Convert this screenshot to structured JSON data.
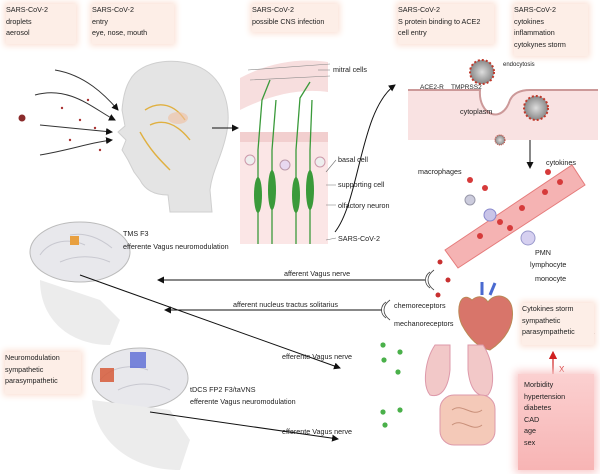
{
  "top_boxes": [
    {
      "lines": [
        "SARS-CoV-2",
        "droplets",
        "aerosol"
      ]
    },
    {
      "lines": [
        "SARS-CoV-2",
        "entry",
        "eye, nose, mouth"
      ]
    },
    {
      "lines": [
        "SARS-CoV-2",
        "possible CNS infection"
      ]
    },
    {
      "lines": [
        "SARS-CoV-2",
        "S protein binding to ACE2",
        "cell entry"
      ]
    },
    {
      "lines": [
        "SARS-CoV-2",
        "cytokines",
        "inflammation",
        "cytokynes storm"
      ]
    }
  ],
  "olfactory_labels": {
    "mitral": "mitral cells",
    "basal": "basal cell",
    "supporting": "supporting cell",
    "olfactory": "olfactory neuron",
    "virus": "SARS-CoV-2"
  },
  "cell_labels": {
    "endocytosis": "endocytosis",
    "ace2": "ACE2-R",
    "tmprss2": "TMPRSS2",
    "cytoplasm": "cytoplasm",
    "macrophages": "macrophages",
    "cytokines": "cytokines",
    "pmn": "PMN",
    "lymphocyte": "lymphocyte",
    "monocyte": "monocyte"
  },
  "tms": {
    "lines": [
      "TMS F3",
      "efferente Vagus neuromodulation"
    ]
  },
  "tdcs": {
    "lines": [
      "tDCS FP2 F3/taVNS",
      "efferente Vagus neuromodulation"
    ]
  },
  "nerves": {
    "afferent": "afferent Vagus nerve",
    "nts": "afferent nucleus tractus solitarius",
    "chemo": "chemoreceptors",
    "mechano": "mechanoreceptors",
    "efferent1": "efferente Vagus nerve",
    "efferent2": "efferente Vagus nerve"
  },
  "neuromod_box": {
    "lines": [
      "Neuromodulation",
      "sympathetic",
      "parasympathetic"
    ]
  },
  "cytokine_box": {
    "lines": [
      "Cytokines storm",
      "sympathetic",
      "parasympathetic"
    ]
  },
  "risk_factors": {
    "lines": [
      "Morbidity",
      "hypertension",
      "diabetes",
      "CAD",
      "age",
      "sex"
    ],
    "mark": "X"
  },
  "colors": {
    "box_bg": "#fdeee7",
    "risk_bg": "#f8bcbc",
    "neuron": "#3a9a3a",
    "virus": "#c0392b",
    "vessel": "#e57b7b",
    "arrow_up": "#d02020",
    "arrow_down": "#2030c8"
  }
}
